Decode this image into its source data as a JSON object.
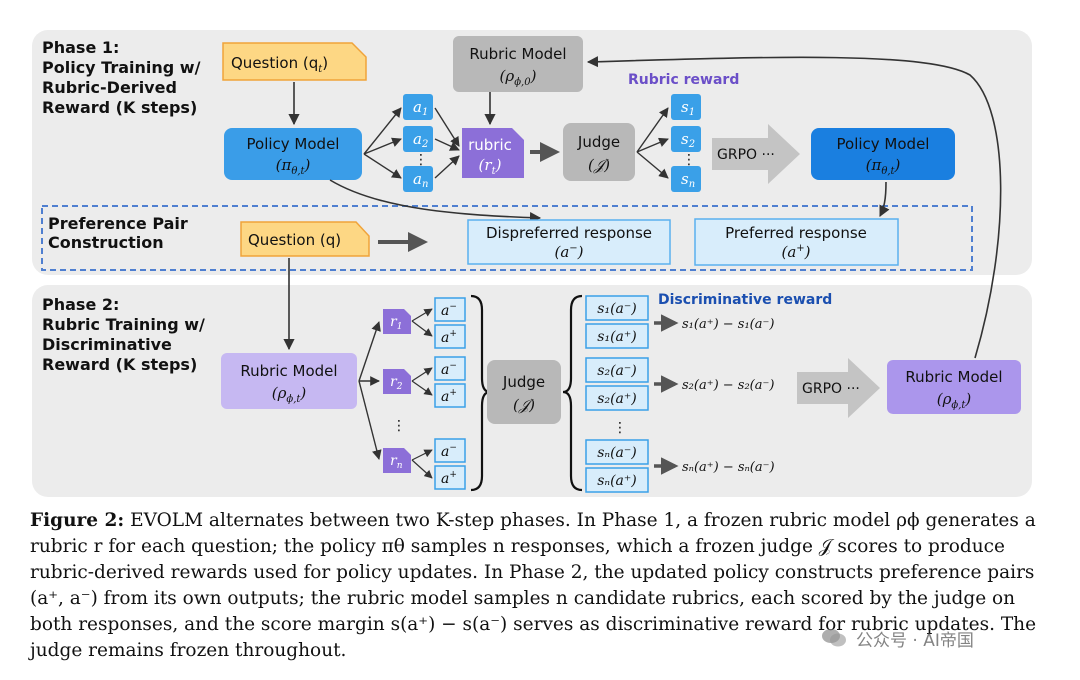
{
  "phase1": {
    "title": [
      "Phase 1:",
      "Policy Training w/",
      "Rubric-Derived",
      "Reward (K steps)"
    ],
    "question_label": "Question (q",
    "question_sub": "t",
    "question_close": ")",
    "rubric_model": {
      "name": "Rubric Model",
      "sym": "(ρ",
      "sub": "ϕ,0",
      "close": ")"
    },
    "policy_model": {
      "name": "Policy Model",
      "sym": "(π",
      "sub": "θ,t",
      "close": ")"
    },
    "answers": [
      {
        "base": "a",
        "sub": "1"
      },
      {
        "base": "a",
        "sub": "2"
      },
      {
        "base": "a",
        "sub": "n"
      }
    ],
    "rubric": {
      "name": "rubric",
      "sym": "(r",
      "sub": "t",
      "close": ")"
    },
    "judge": {
      "name": "Judge",
      "sym": "(𝒥)"
    },
    "rubric_reward_label": "Rubric reward",
    "scores": [
      {
        "base": "s",
        "sub": "1"
      },
      {
        "base": "s",
        "sub": "2"
      },
      {
        "base": "s",
        "sub": "n"
      }
    ],
    "grpo": "GRPO ···",
    "policy_model_out": {
      "name": "Policy Model",
      "sym": "(π",
      "sub": "θ,t",
      "close": ")"
    }
  },
  "pref": {
    "title": [
      "Preference Pair",
      "Construction"
    ],
    "question_label": "Question (q)",
    "dispreferred": {
      "name": "Dispreferred response",
      "sym": "(a",
      "sup": "−",
      "close": ")"
    },
    "preferred": {
      "name": "Preferred response",
      "sym": "(a",
      "sup": "+",
      "close": ")"
    }
  },
  "phase2": {
    "title": [
      "Phase 2:",
      "Rubric Training w/",
      "Discriminative",
      "Reward (K steps)"
    ],
    "rubric_model": {
      "name": "Rubric Model",
      "sym": "(ρ",
      "sub": "ϕ,t",
      "close": ")"
    },
    "rubrics": [
      {
        "base": "r",
        "sub": "1"
      },
      {
        "base": "r",
        "sub": "2"
      },
      {
        "base": "r",
        "sub": "n"
      }
    ],
    "pair_minus": {
      "base": "a",
      "sup": "−"
    },
    "pair_plus": {
      "base": "a",
      "sup": "+"
    },
    "judge": {
      "name": "Judge",
      "sym": "(𝒥)"
    },
    "disc_reward_label": "Discriminative reward",
    "score_pairs": [
      {
        "minus": "s₁(a⁻)",
        "plus": "s₁(a⁺)",
        "margin": "s₁(a⁺) − s₁(a⁻)"
      },
      {
        "minus": "s₂(a⁻)",
        "plus": "s₂(a⁺)",
        "margin": "s₂(a⁺) − s₂(a⁻)"
      },
      {
        "minus": "sₙ(a⁻)",
        "plus": "sₙ(a⁺)",
        "margin": "sₙ(a⁺) − sₙ(a⁻)"
      }
    ],
    "grpo": "GRPO ···",
    "rubric_model_out": {
      "name": "Rubric Model",
      "sym": "(ρ",
      "sub": "ϕ,t",
      "close": ")"
    }
  },
  "caption": {
    "label": "Figure 2:",
    "text": " EVOLM alternates between two K-step phases. In Phase 1, a frozen rubric model ρϕ generates a rubric r for each question; the policy πθ samples n responses, which a frozen judge 𝒥 scores to produce rubric-derived rewards used for policy updates. In Phase 2, the updated policy constructs preference pairs (a⁺, a⁻) from its own outputs; the rubric model samples n candidate rubrics, each scored by the judge on both responses, and the score margin s(a⁺) − s(a⁻) serves as discriminative reward for rubric updates. The judge remains frozen throughout."
  },
  "watermark": "公众号 · AI帝国",
  "colors": {
    "panel": "#ececec",
    "question_fill": "#fdd784",
    "question_stroke": "#f0a33a",
    "rubric_gray": "#b8b8b8",
    "policy_blue": "#3a9de8",
    "policy_blue_dark": "#1a7fe0",
    "answer_blue": "#3aa0e8",
    "rubric_purple": "#8c6fd8",
    "rubric_model_lavender": "#c6b8f2",
    "rubric_model_out": "#ab96ec",
    "resp_light": "#d8edfb",
    "resp_stroke": "#5ab0ee",
    "pref_dash": "#4f7fd0",
    "rubric_reward_text": "#6b4fc8",
    "disc_reward_text": "#1b4fb0"
  }
}
